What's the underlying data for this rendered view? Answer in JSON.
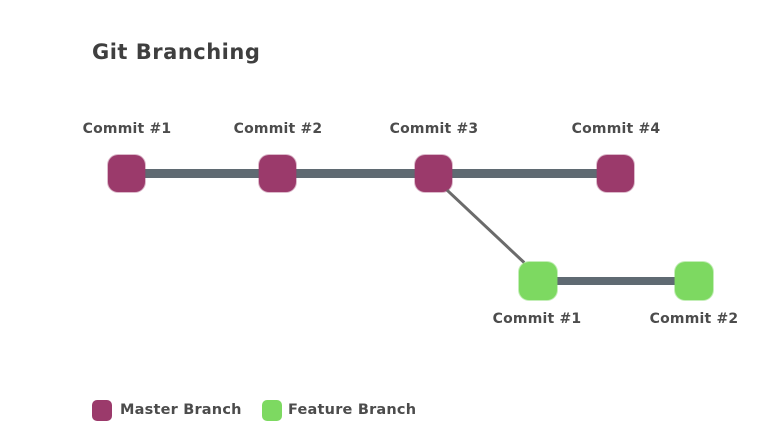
{
  "title": "Git Branching",
  "colors": {
    "master_branch": "#9b3a6b",
    "feature_branch": "#7dd961",
    "branch_line": "#5f6a72",
    "connector_line": "#6b6b6b",
    "title_text": "#3f3f3f",
    "label_text": "#4c4c4c"
  },
  "master_branch": {
    "name": "Master Branch",
    "commits": [
      "Commit #1",
      "Commit #2",
      "Commit #3",
      "Commit #4"
    ]
  },
  "feature_branch": {
    "name": "Feature Branch",
    "branches_from": "Commit #3",
    "commits": [
      "Commit #1",
      "Commit #2"
    ]
  },
  "legend": [
    {
      "label": "Master Branch",
      "color": "#9b3a6b"
    },
    {
      "label": "Feature Branch",
      "color": "#7dd961"
    }
  ]
}
